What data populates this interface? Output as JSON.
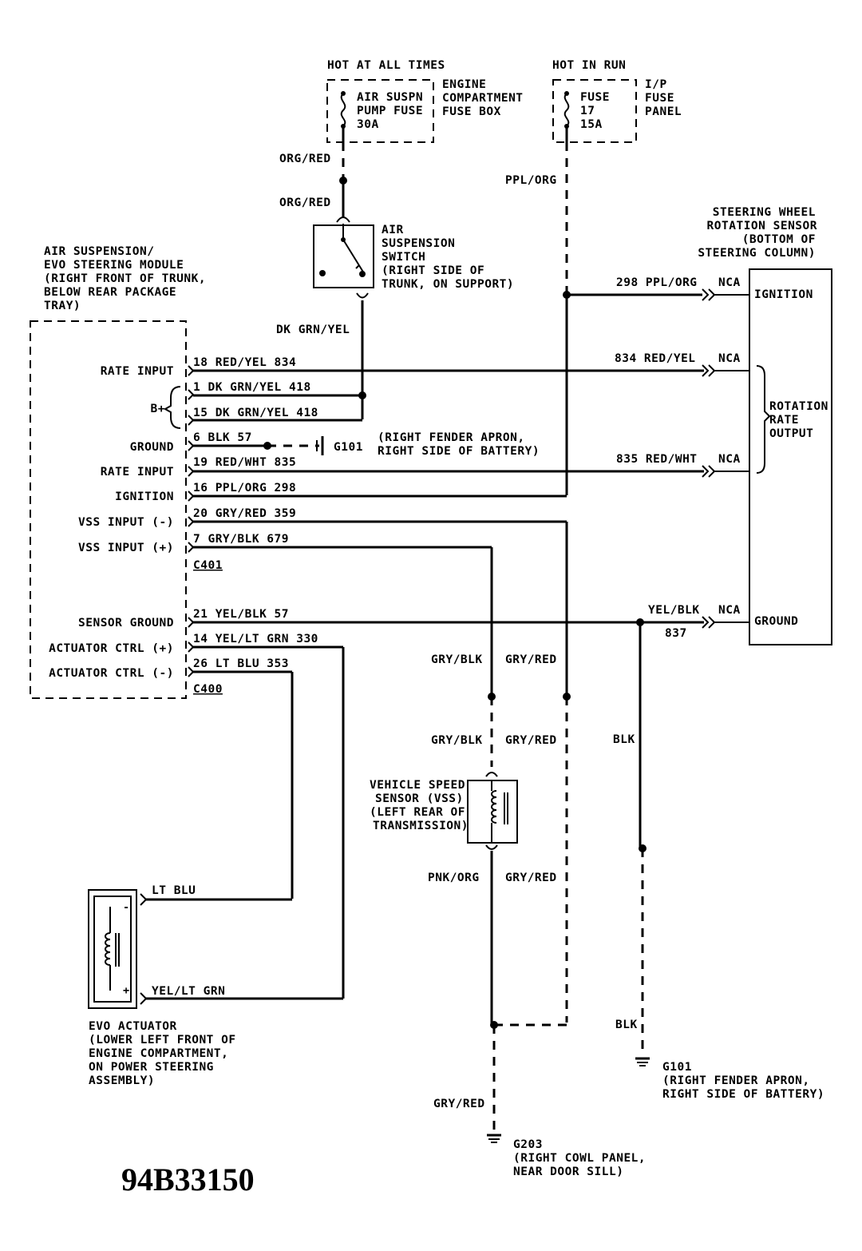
{
  "power": {
    "hot_all_times": "HOT AT ALL TIMES",
    "hot_in_run": "HOT IN RUN",
    "fuse1": [
      "AIR SUSPN",
      "PUMP FUSE",
      "30A"
    ],
    "fusebox1": [
      "ENGINE",
      "COMPARTMENT",
      "FUSE BOX"
    ],
    "fuse2": [
      "FUSE",
      "17",
      "15A"
    ],
    "fusebox2": [
      "I/P",
      "FUSE",
      "PANEL"
    ]
  },
  "wires": {
    "org_red_1": "ORG/RED",
    "org_red_2": "ORG/RED",
    "ppl_org": "PPL/ORG",
    "dk_grn_yel": "DK GRN/YEL",
    "gry_blk_1": "GRY/BLK",
    "gry_red_1": "GRY/RED",
    "gry_blk_2": "GRY/BLK",
    "gry_red_2": "GRY/RED",
    "pnk_org": "PNK/ORG",
    "gry_red_3": "GRY/RED",
    "gry_red_4": "GRY/RED",
    "blk_1": "BLK",
    "blk_2": "BLK",
    "lt_blu": "LT BLU",
    "yel_lt_grn": "YEL/LT GRN"
  },
  "switch": [
    "AIR",
    "SUSPENSION",
    "SWITCH",
    "(RIGHT SIDE OF",
    "TRUNK, ON SUPPORT)"
  ],
  "module": {
    "title": [
      "AIR SUSPENSION/",
      "EVO STEERING MODULE",
      "(RIGHT FRONT OF TRUNK,",
      "BELOW REAR PACKAGE",
      "TRAY)"
    ],
    "pins": [
      {
        "label": "RATE INPUT",
        "circuit": "18 RED/YEL 834"
      },
      {
        "label": "",
        "circuit": "1  DK GRN/YEL 418"
      },
      {
        "label": "B+",
        "circuit": ""
      },
      {
        "label": "",
        "circuit": "15 DK GRN/YEL 418"
      },
      {
        "label": "GROUND",
        "circuit": "6  BLK 57"
      },
      {
        "label": "RATE INPUT",
        "circuit": "19 RED/WHT 835"
      },
      {
        "label": "IGNITION",
        "circuit": "16 PPL/ORG 298"
      },
      {
        "label": "VSS INPUT (-)",
        "circuit": "20 GRY/RED 359"
      },
      {
        "label": "VSS INPUT (+)",
        "circuit": "7  GRY/BLK 679"
      },
      {
        "label": "SENSOR GROUND",
        "circuit": "21 YEL/BLK 57"
      },
      {
        "label": "ACTUATOR CTRL (+)",
        "circuit": "14 YEL/LT GRN 330"
      },
      {
        "label": "ACTUATOR CTRL (-)",
        "circuit": "26 LT BLU 353"
      }
    ],
    "c401": "C401",
    "c400": "C400"
  },
  "g101_inline": [
    "G101",
    "(RIGHT FENDER APRON,",
    "RIGHT SIDE OF BATTERY)"
  ],
  "sensor": {
    "title": [
      "STEERING WHEEL",
      "ROTATION SENSOR",
      "(BOTTOM OF",
      "STEERING COLUMN)"
    ],
    "ignition": "IGNITION",
    "ground": "GROUND",
    "output": [
      "ROTATION",
      "RATE",
      "OUTPUT"
    ],
    "w298": "298 PPL/ORG",
    "w834": "834 RED/YEL",
    "w835": "835 RED/WHT",
    "w837a": "YEL/BLK",
    "w837b": "837",
    "nca": "NCA"
  },
  "vss": [
    "VEHICLE SPEED",
    "SENSOR (VSS)",
    "(LEFT REAR OF",
    "TRANSMISSION)"
  ],
  "actuator": [
    "EVO ACTUATOR",
    "(LOWER LEFT FRONT OF",
    "ENGINE COMPARTMENT,",
    "ON POWER STEERING",
    "ASSEMBLY)"
  ],
  "g101": [
    "G101",
    "(RIGHT FENDER APRON,",
    "RIGHT SIDE OF BATTERY)"
  ],
  "g203": [
    "G203",
    "(RIGHT COWL PANEL,",
    "NEAR DOOR SILL)"
  ],
  "diagram_id": "94B33150"
}
